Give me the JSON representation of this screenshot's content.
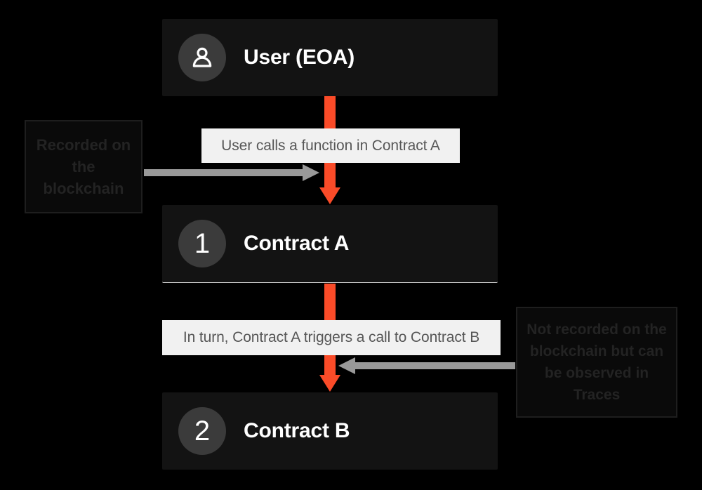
{
  "diagram": {
    "title": "Blockchain contract call flow",
    "background_color": "#000000",
    "accent_color": "#fa4b28",
    "connector_color": "#999999",
    "node_background": "#131313",
    "badge_background": "#3b3b3b",
    "label_chip_background": "#f1f1f1",
    "label_chip_text_color": "#575757",
    "note_text_color": "#232323"
  },
  "nodes": [
    {
      "id": "user",
      "badge_type": "person-icon",
      "badge_text": "",
      "label": "User (EOA)"
    },
    {
      "id": "contract-a",
      "badge_type": "number",
      "badge_text": "1",
      "label": "Contract A"
    },
    {
      "id": "contract-b",
      "badge_type": "number",
      "badge_text": "2",
      "label": "Contract B"
    }
  ],
  "edge_labels": [
    {
      "id": "edge-user-to-a",
      "text": "User calls a function in Contract A"
    },
    {
      "id": "edge-a-to-b",
      "text": "In turn, Contract A triggers a call to Contract B"
    }
  ],
  "notes": [
    {
      "id": "note-recorded",
      "lines": [
        "Recorded",
        "on the",
        "blockchain"
      ],
      "text": "Recorded on the blockchain"
    },
    {
      "id": "note-not-recorded",
      "lines": [
        "Not recorded on the",
        "blockchain but can",
        "be observed in",
        "Traces"
      ],
      "text": "Not recorded on the blockchain but can be observed in Traces"
    }
  ]
}
